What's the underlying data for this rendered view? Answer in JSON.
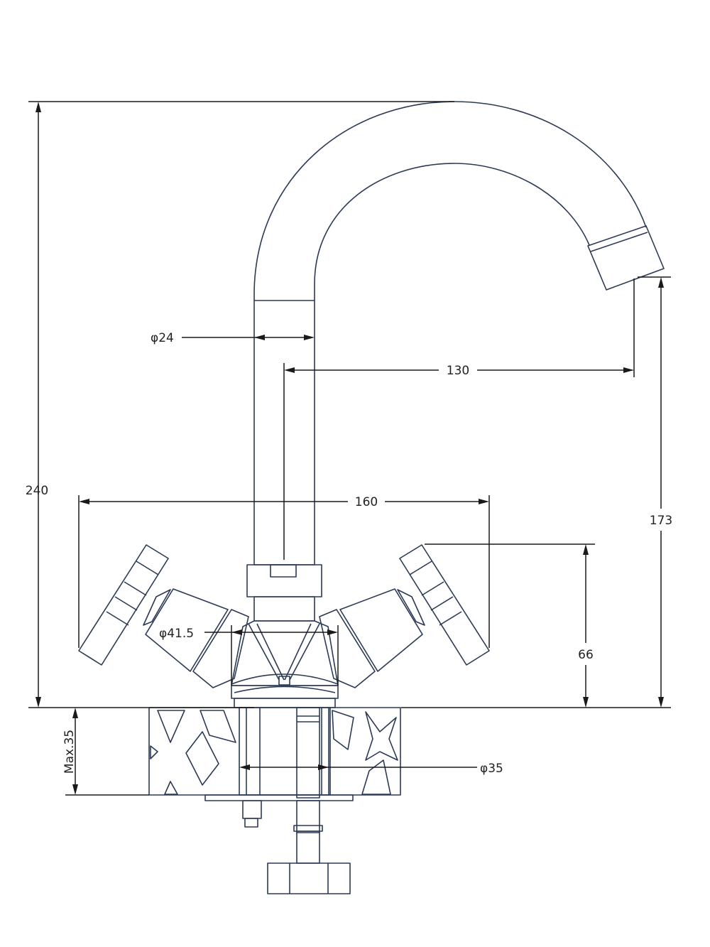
{
  "dimensions": {
    "overall_height": "240",
    "spout_diameter": "φ24",
    "spout_reach": "130",
    "handle_span": "160",
    "spout_outlet_height": "173",
    "handle_height": "66",
    "body_diameter": "φ41.5",
    "mounting_hole_diameter": "φ35",
    "max_deck_thickness": "Max.35"
  }
}
